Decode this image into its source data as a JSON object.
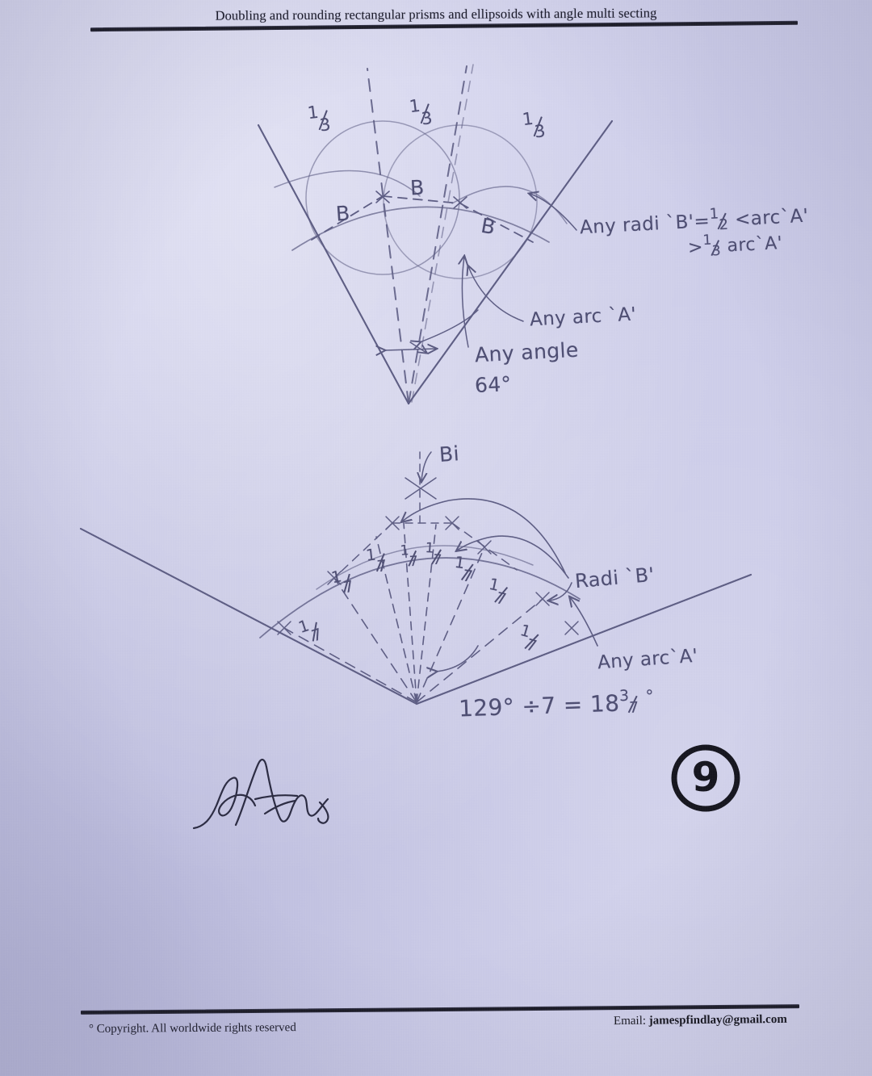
{
  "document": {
    "title": "Doubling and rounding rectangular prisms and ellipsoids with angle multi secting",
    "page_number": "9",
    "paper_color": "#cbcbe9",
    "ink_color": "#4d4d72",
    "print_color": "#16161f"
  },
  "footer": {
    "copyright": "° Copyright. All worldwide rights reserved",
    "email_label": "Email:",
    "email_address": "jamespfindlay@gmail.com"
  },
  "diagrams": [
    {
      "id": "angle-trisection",
      "caption_notes": [
        "Any radi 'B'= ½<arc'A'",
        ">⅓arc'A'",
        "Any arc 'A'",
        "Any angle",
        "64°"
      ],
      "angle_value": "64°",
      "divisions": 3,
      "sector_labels": [
        "1/3",
        "1/3",
        "1/3"
      ],
      "radius_labels": [
        "B",
        "B",
        "B"
      ]
    },
    {
      "id": "angle-septisection",
      "caption_notes": [
        "Bi",
        "Radi 'B'",
        "Any arc 'A'"
      ],
      "equation": "129°÷7 = 18 3/7°",
      "equation_parts": {
        "angle": "129°",
        "divisor": "7",
        "result_whole": "18",
        "result_fraction_num": "3",
        "result_fraction_den": "7"
      },
      "divisions": 7,
      "sector_labels": [
        "1/7",
        "1/7",
        "1/7",
        "1/7",
        "1/7",
        "1/7",
        "1/7"
      ]
    }
  ],
  "annotations": {
    "top": {
      "third_1": {
        "num": "1",
        "den": "3"
      },
      "third_2": {
        "num": "1",
        "den": "3"
      },
      "third_3": {
        "num": "1",
        "den": "3"
      },
      "b_left": "B",
      "b_top": "B",
      "b_right": "B",
      "radi_line1": "Any radi `B'=",
      "radi_frac_num": "1",
      "radi_frac_den": "2",
      "radi_line1_tail": "<arc`A'",
      "radi_line2_gt": ">",
      "radi_line2_frac_num": "1",
      "radi_line2_frac_den": "3",
      "radi_line2_tail": "arc`A'",
      "any_arc": "Any arc `A'",
      "any_angle": "Any angle",
      "angle_value": "64°"
    },
    "bottom": {
      "bi": "Bi",
      "radi_b": "Radi `B'",
      "any_arc": "Any arc`A'",
      "sevenths": [
        {
          "num": "1",
          "den": "7"
        },
        {
          "num": "1",
          "den": "7"
        },
        {
          "num": "1",
          "den": "7"
        },
        {
          "num": "1",
          "den": "7"
        },
        {
          "num": "1",
          "den": "7"
        },
        {
          "num": "1",
          "den": "7"
        },
        {
          "num": "1",
          "den": "7"
        }
      ],
      "eq_angle": "129°",
      "eq_div": "÷7",
      "eq_equals": "=",
      "eq_whole": "18",
      "eq_frac_num": "3",
      "eq_frac_den": "7",
      "eq_deg": "°"
    }
  }
}
